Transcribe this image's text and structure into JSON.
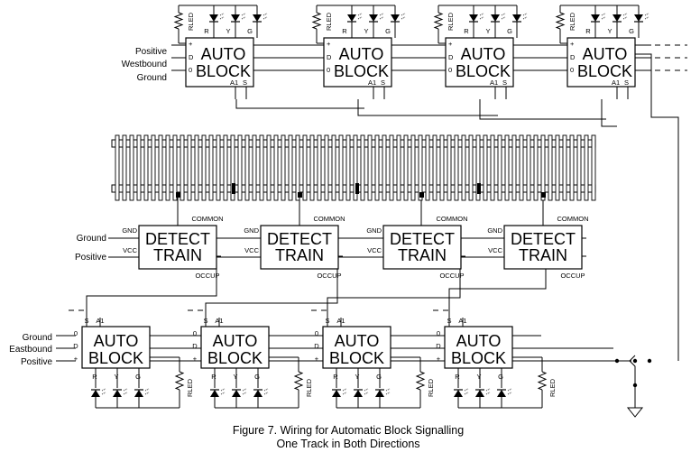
{
  "auto_block": {
    "line1": "AUTO",
    "line2": "BLOCK",
    "pin_a1": "A1",
    "pin_s": "S",
    "pin_plus": "+",
    "pin_d": "D",
    "pin_zero": "0"
  },
  "detect_train": {
    "line1": "DETECT",
    "line2": "TRAIN",
    "gnd": "GND",
    "vcc": "VCC",
    "common": "COMMON",
    "occup": "OCCUP"
  },
  "signal": {
    "r": "R",
    "y": "Y",
    "g": "G",
    "rled": "RLED"
  },
  "westbound_labels": {
    "positive": "Positive",
    "direction": "Westbound",
    "ground": "Ground"
  },
  "detector_labels": {
    "ground": "Ground",
    "positive": "Positive"
  },
  "eastbound_labels": {
    "ground": "Ground",
    "direction": "Eastbound",
    "positive": "Positive"
  },
  "caption": {
    "line1": "Figure 7.  Wiring for Automatic Block Signalling",
    "line2": "One Track in Both Directions"
  }
}
